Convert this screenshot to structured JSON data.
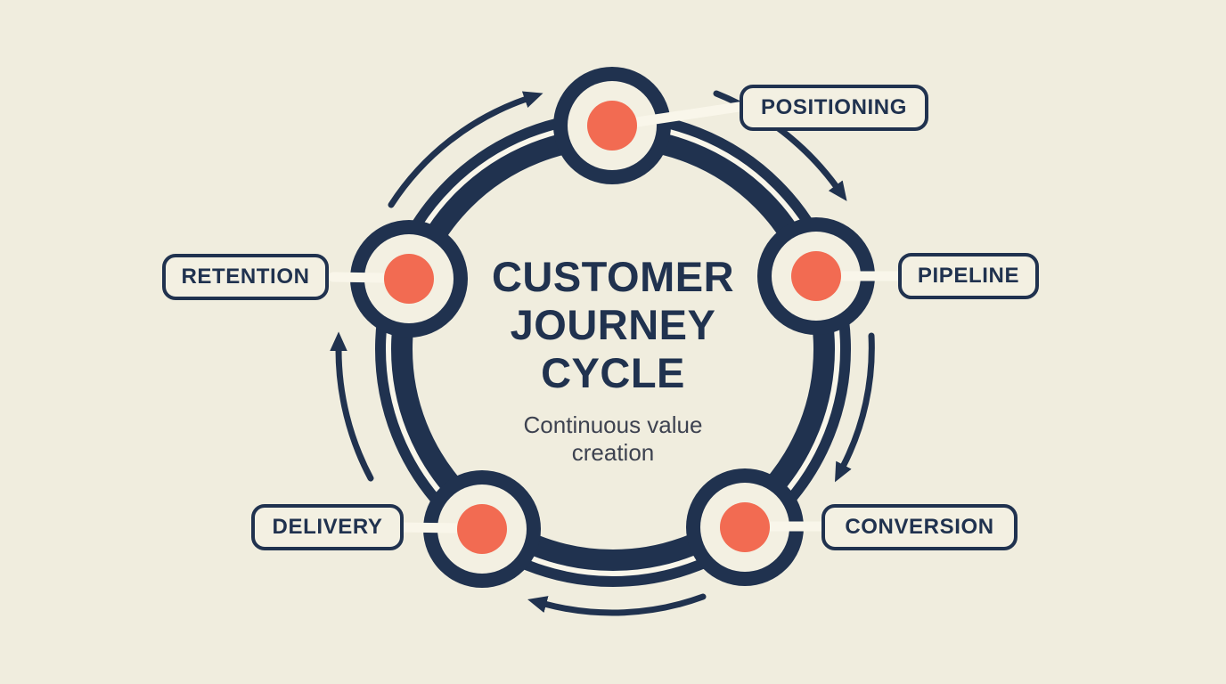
{
  "colors": {
    "paper": "#f0edde",
    "navy": "#20324f",
    "coral": "#f26b52",
    "connector": "#f9f6ea",
    "box_bg": "#f3f0e2",
    "subtitle_ink": "#3d4250"
  },
  "center": {
    "title_lines": [
      "CUSTOMER",
      "JOURNEY",
      "CYCLE"
    ],
    "subtitle": "Continuous value creation"
  },
  "stages": [
    {
      "label": "POSITIONING"
    },
    {
      "label": "PIPELINE"
    },
    {
      "label": "CONVERSION"
    },
    {
      "label": "DELIVERY"
    },
    {
      "label": "RETENTION"
    }
  ]
}
